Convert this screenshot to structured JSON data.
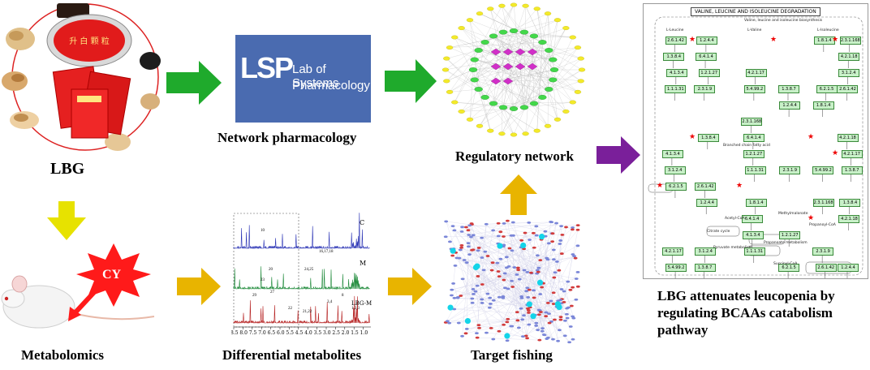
{
  "labels": {
    "lbg": "LBG",
    "network_pharmacology": "Network pharmacology",
    "regulatory_network": "Regulatory network",
    "metabolomics": "Metabolomics",
    "differential_metabolites": "Differential metabolites",
    "target_fishing": "Target fishing",
    "conclusion_line1": "LBG attenuates leucopenia by",
    "conclusion_line2": "regulating BCAAs catabolism",
    "conclusion_line3": "pathway",
    "cy": "CY"
  },
  "lsp_logo": {
    "mark": "LSP",
    "line1": "Lab of Systems",
    "line2": "Pharmacology"
  },
  "chromatogram": {
    "traces": [
      "C",
      "M",
      "LBG-M"
    ],
    "peak_labels": [
      "10",
      "16,17,18",
      "20",
      "23",
      "24,25",
      "27",
      "29",
      "22",
      "21,22",
      "3,4",
      "8",
      "1,2,3"
    ],
    "x_ticks": [
      "8.5",
      "8.0",
      "7.5",
      "7.0",
      "6.5",
      "6.0",
      "5.5",
      "4.5",
      "4.0",
      "3.5",
      "3.0",
      "2.5",
      "2.0",
      "1.5",
      "1.0"
    ]
  },
  "kegg_map": {
    "title": "VALINE, LEUCINE AND ISOLEUCINE DEGRADATION",
    "nodes": [
      "L-Leucine",
      "L-Valine",
      "L-Isoleucine",
      "Valine, leucine and isoleucine biosynthesis",
      "Branched chain fatty acid",
      "Propanoyl-CoA",
      "Acetyl-CoA",
      "Citrate cycle",
      "Pyruvate metabolism",
      "Propanoate metabolism",
      "Methylmalonate",
      "Succinyl-CoA"
    ],
    "enzymes": [
      "2.6.1.42",
      "1.2.4.4",
      "1.8.1.4",
      "2.3.1.168",
      "1.3.8.4",
      "6.4.1.4",
      "4.2.1.18",
      "4.1.3.4",
      "1.2.1.27",
      "4.2.1.17",
      "3.1.2.4",
      "1.1.1.31",
      "2.3.1.9",
      "5.4.99.2",
      "1.3.8.7",
      "6.2.1.5"
    ]
  },
  "colors": {
    "green_arrow": "#1faa2c",
    "yellow_arrow": "#e7e200",
    "gold_arrow": "#e8b400",
    "purple_arrow": "#7a1f9a",
    "cy_burst": "#ff1a1a",
    "lsp_bg": "#4a6bb0"
  }
}
